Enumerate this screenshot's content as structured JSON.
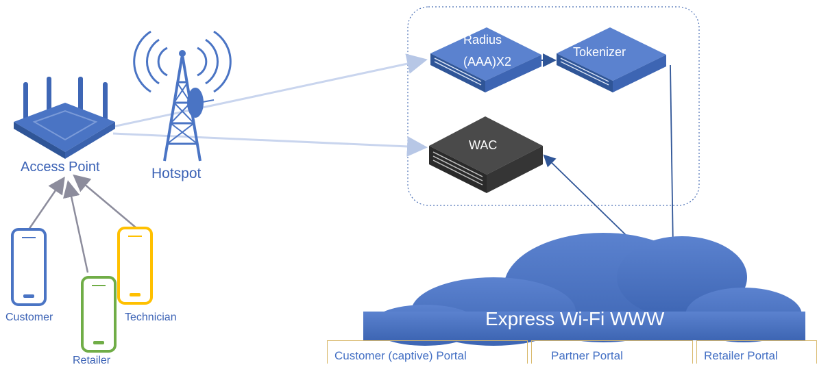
{
  "labels": {
    "access_point": "Access Point",
    "hotspot": "Hotspot",
    "customer": "Customer",
    "retailer": "Retailer",
    "technician": "Technician"
  },
  "servers": {
    "radius_line1": "Radius",
    "radius_line2": "(AAA)X2",
    "tokenizer": "Tokenizer",
    "wac": "WAC"
  },
  "cloud": {
    "title": "Express Wi-Fi WWW"
  },
  "portals": [
    {
      "label": "Customer (captive) Portal"
    },
    {
      "label": "Partner Portal"
    },
    {
      "label": "Retailer Portal"
    }
  ],
  "colors": {
    "blue": "#4a74c4",
    "dark_blue": "#2f5597",
    "server_dark": "#3a3a3a",
    "customer_phone": "#4a74c4",
    "retailer_phone": "#70ad47",
    "technician_phone": "#ffc000",
    "portal_border": "#d8b86a"
  }
}
